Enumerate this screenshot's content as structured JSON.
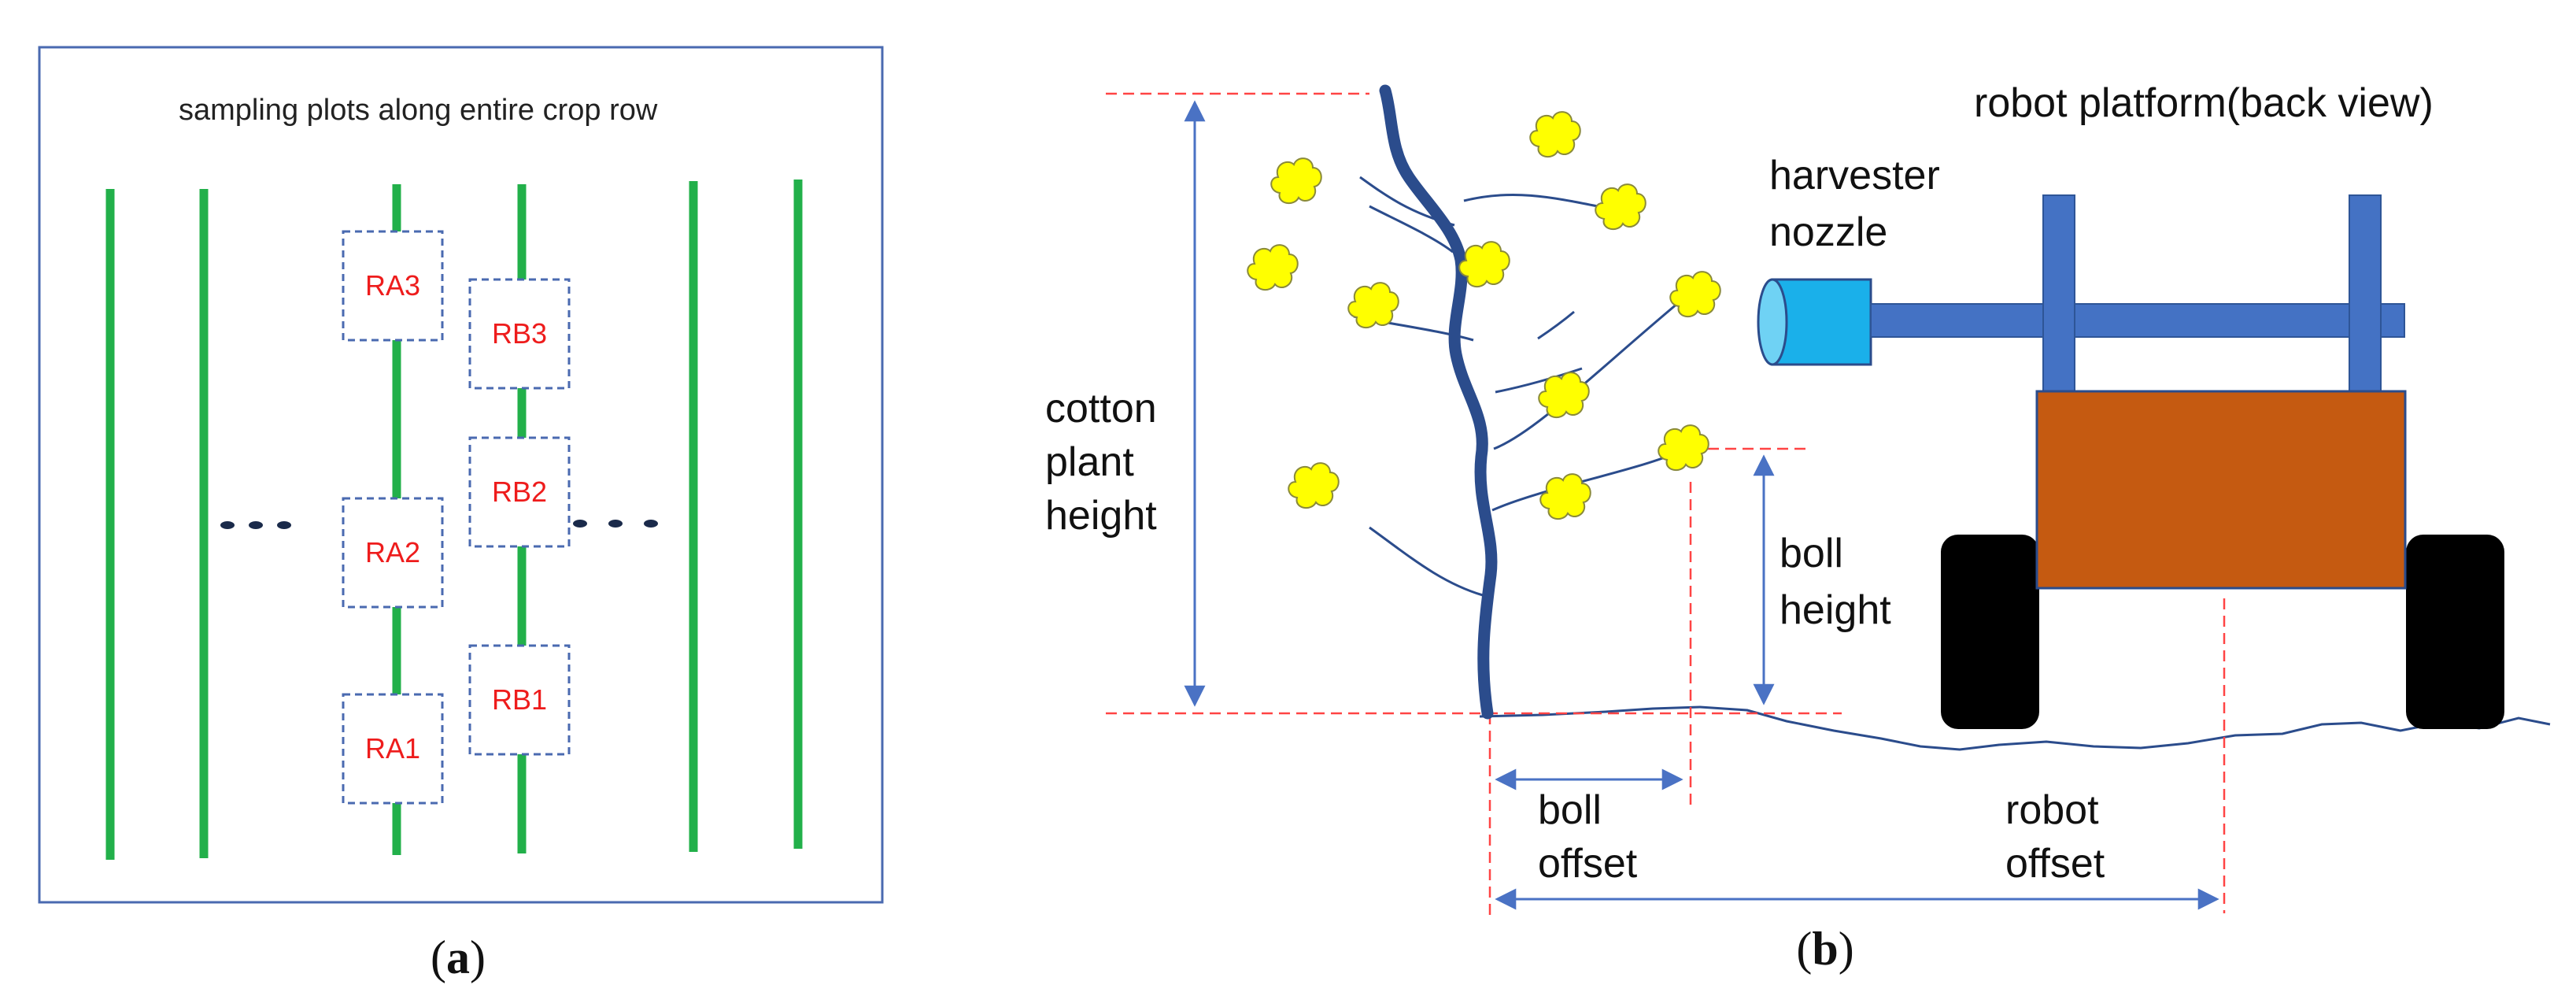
{
  "panel_a": {
    "title": "sampling plots along entire crop row",
    "plots": [
      "RA3",
      "RB3",
      "RB2",
      "RA2",
      "RB1",
      "RA1"
    ],
    "ellipsis_left": "• • •",
    "ellipsis_right": "• • •",
    "caption_open": "(",
    "caption_letter": "a",
    "caption_close": ")",
    "colors": {
      "row": "#22b04a",
      "border": "#4a6ab0",
      "plot_label": "#ee1c1c"
    }
  },
  "panel_b": {
    "robot_title": "robot platform(back view)",
    "harvester_line1": "harvester",
    "harvester_line2": "nozzle",
    "plant_height_line1": "cotton",
    "plant_height_line2": "plant",
    "plant_height_line3": "height",
    "boll_height_line1": "boll",
    "boll_height_line2": "height",
    "boll_offset_line1": "boll",
    "boll_offset_line2": "offset",
    "robot_offset_line1": "robot",
    "robot_offset_line2": "offset",
    "caption_open": "(",
    "caption_letter": "b",
    "caption_close": ")",
    "colors": {
      "stem": "#2b4c8c",
      "boll": "#ffff00",
      "nozzle": "#1ab0ea",
      "frame": "#4472c4",
      "body": "#c55a11",
      "wheel": "#000000",
      "dashed": "#ff4444",
      "arrow": "#4a72c4"
    }
  }
}
